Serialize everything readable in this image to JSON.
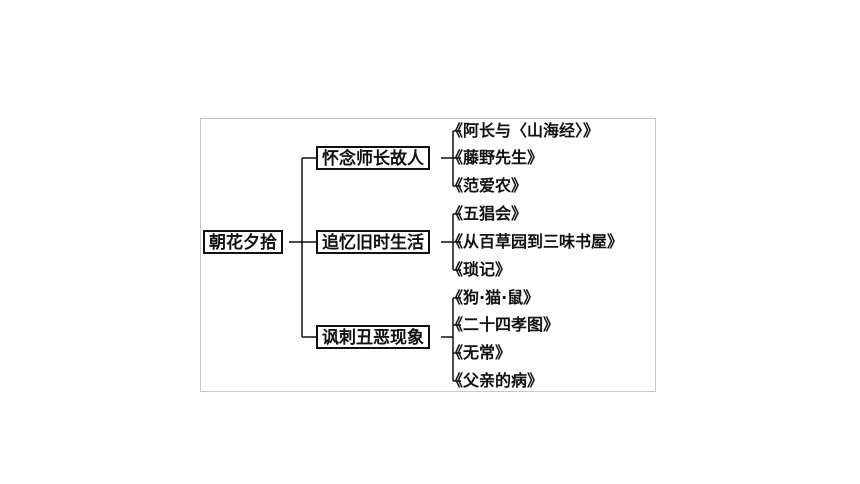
{
  "diagram": {
    "root": "朝花夕拾",
    "themes": [
      {
        "label": "怀念师长故人",
        "works": [
          "《阿长与〈山海经〉》",
          "《藤野先生》",
          "《范爱农》"
        ]
      },
      {
        "label": "追忆旧时生活",
        "works": [
          "《五猖会》",
          "《从百草园到三味书屋》",
          "《琐记》"
        ]
      },
      {
        "label": "讽刺丑恶现象",
        "works": [
          "《狗·猫·鼠》",
          "《二十四孝图》",
          "《无常》",
          "《父亲的病》"
        ]
      }
    ]
  }
}
